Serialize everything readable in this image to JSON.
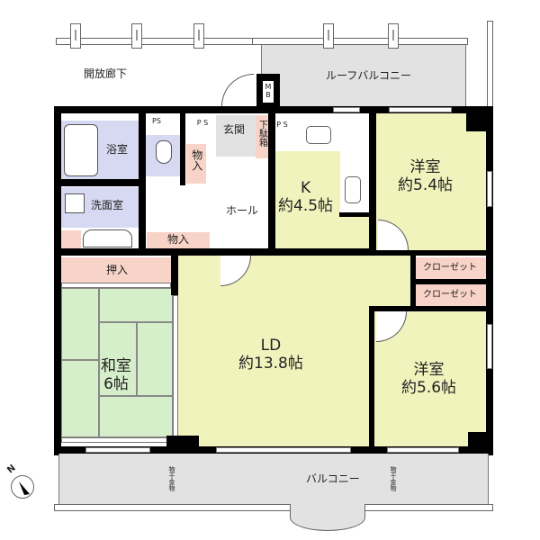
{
  "plan": {
    "outdoor": {
      "corridor": "開放廊下",
      "roof_balcony": "ルーフバルコニー",
      "balcony": "バルコニー",
      "hanger_left": "物干金物",
      "hanger_right": "物干金物"
    },
    "rooms": {
      "bath": "浴室",
      "washroom": "洗面室",
      "entrance": "玄関",
      "shoe_box": "下駄箱",
      "storage_1": "物入",
      "storage_2": "物入",
      "hall": "ホール",
      "kitchen_name": "K",
      "kitchen_size": "約4.5帖",
      "western1_name": "洋室",
      "western1_size": "約5.4帖",
      "closet_1": "クローゼット",
      "closet_2": "クローゼット",
      "oshiire": "押入",
      "japanese_name": "和室",
      "japanese_size": "6帖",
      "ld_name": "LD",
      "ld_size": "約13.8帖",
      "western2_name": "洋室",
      "western2_size": "約5.6帖"
    },
    "fixtures": {
      "ps_1": "PS",
      "ps_2": "P S",
      "ps_3": "P S",
      "mb": "M B"
    },
    "compass": {
      "label": "N",
      "icon": "compass-north-icon"
    },
    "colors": {
      "living": "#f1f3bd",
      "tatami": "#d6efcb",
      "wet_area": "#d7d8f2",
      "storage": "#f8d3c7",
      "outdoor": "#e2e2e2",
      "wall": "#000000"
    }
  }
}
